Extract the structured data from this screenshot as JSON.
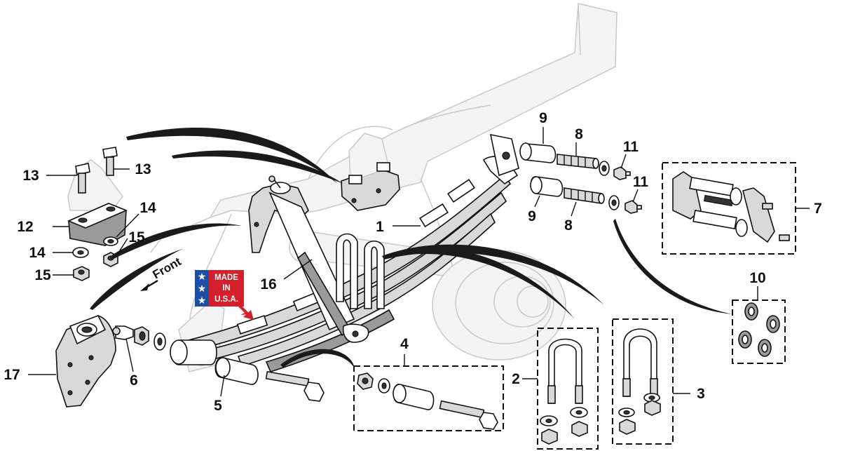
{
  "labels": {
    "p1": "1",
    "p2": "2",
    "p3": "3",
    "p4": "4",
    "p5": "5",
    "p6": "6",
    "p7": "7",
    "p8a": "8",
    "p8b": "8",
    "p9a": "9",
    "p9b": "9",
    "p10": "10",
    "p11a": "11",
    "p11b": "11",
    "p12": "12",
    "p13a": "13",
    "p13b": "13",
    "p14a": "14",
    "p14b": "14",
    "p15a": "15",
    "p15b": "15",
    "p16": "16",
    "p17": "17"
  },
  "direction_label": "Front",
  "badge": {
    "line1": "MADE",
    "line2": "IN",
    "line3": "U.S.A."
  },
  "colors": {
    "badge_blue": "#1f4fa3",
    "badge_red": "#d4202a",
    "ghost": "#c9c9c9",
    "ink": "#111111"
  }
}
